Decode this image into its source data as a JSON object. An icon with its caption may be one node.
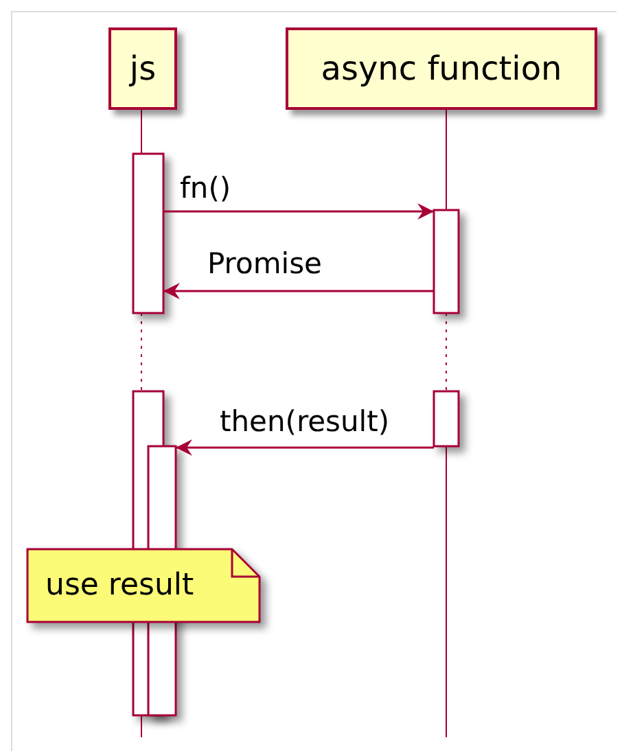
{
  "diagram": {
    "nodes": [
      {
        "text": [
          "js"
        ]
      },
      {
        "text": [
          "async function"
        ]
      },
      {
        "text": [],
        "shape": "bar"
      },
      {
        "text": [],
        "shape": "bar"
      },
      {
        "text": [],
        "shape": "bar"
      },
      {
        "text": [
          "use result"
        ]
      }
    ],
    "edges": [
      {
        "from": 2,
        "to": 3,
        "arrow": "to",
        "label": "fn()"
      },
      {
        "from": 3,
        "to": 2,
        "arrow": "to",
        "label": "Promise"
      },
      {
        "from": 3,
        "to": 4,
        "arrow": "to",
        "label": "then(result)"
      }
    ]
  }
}
